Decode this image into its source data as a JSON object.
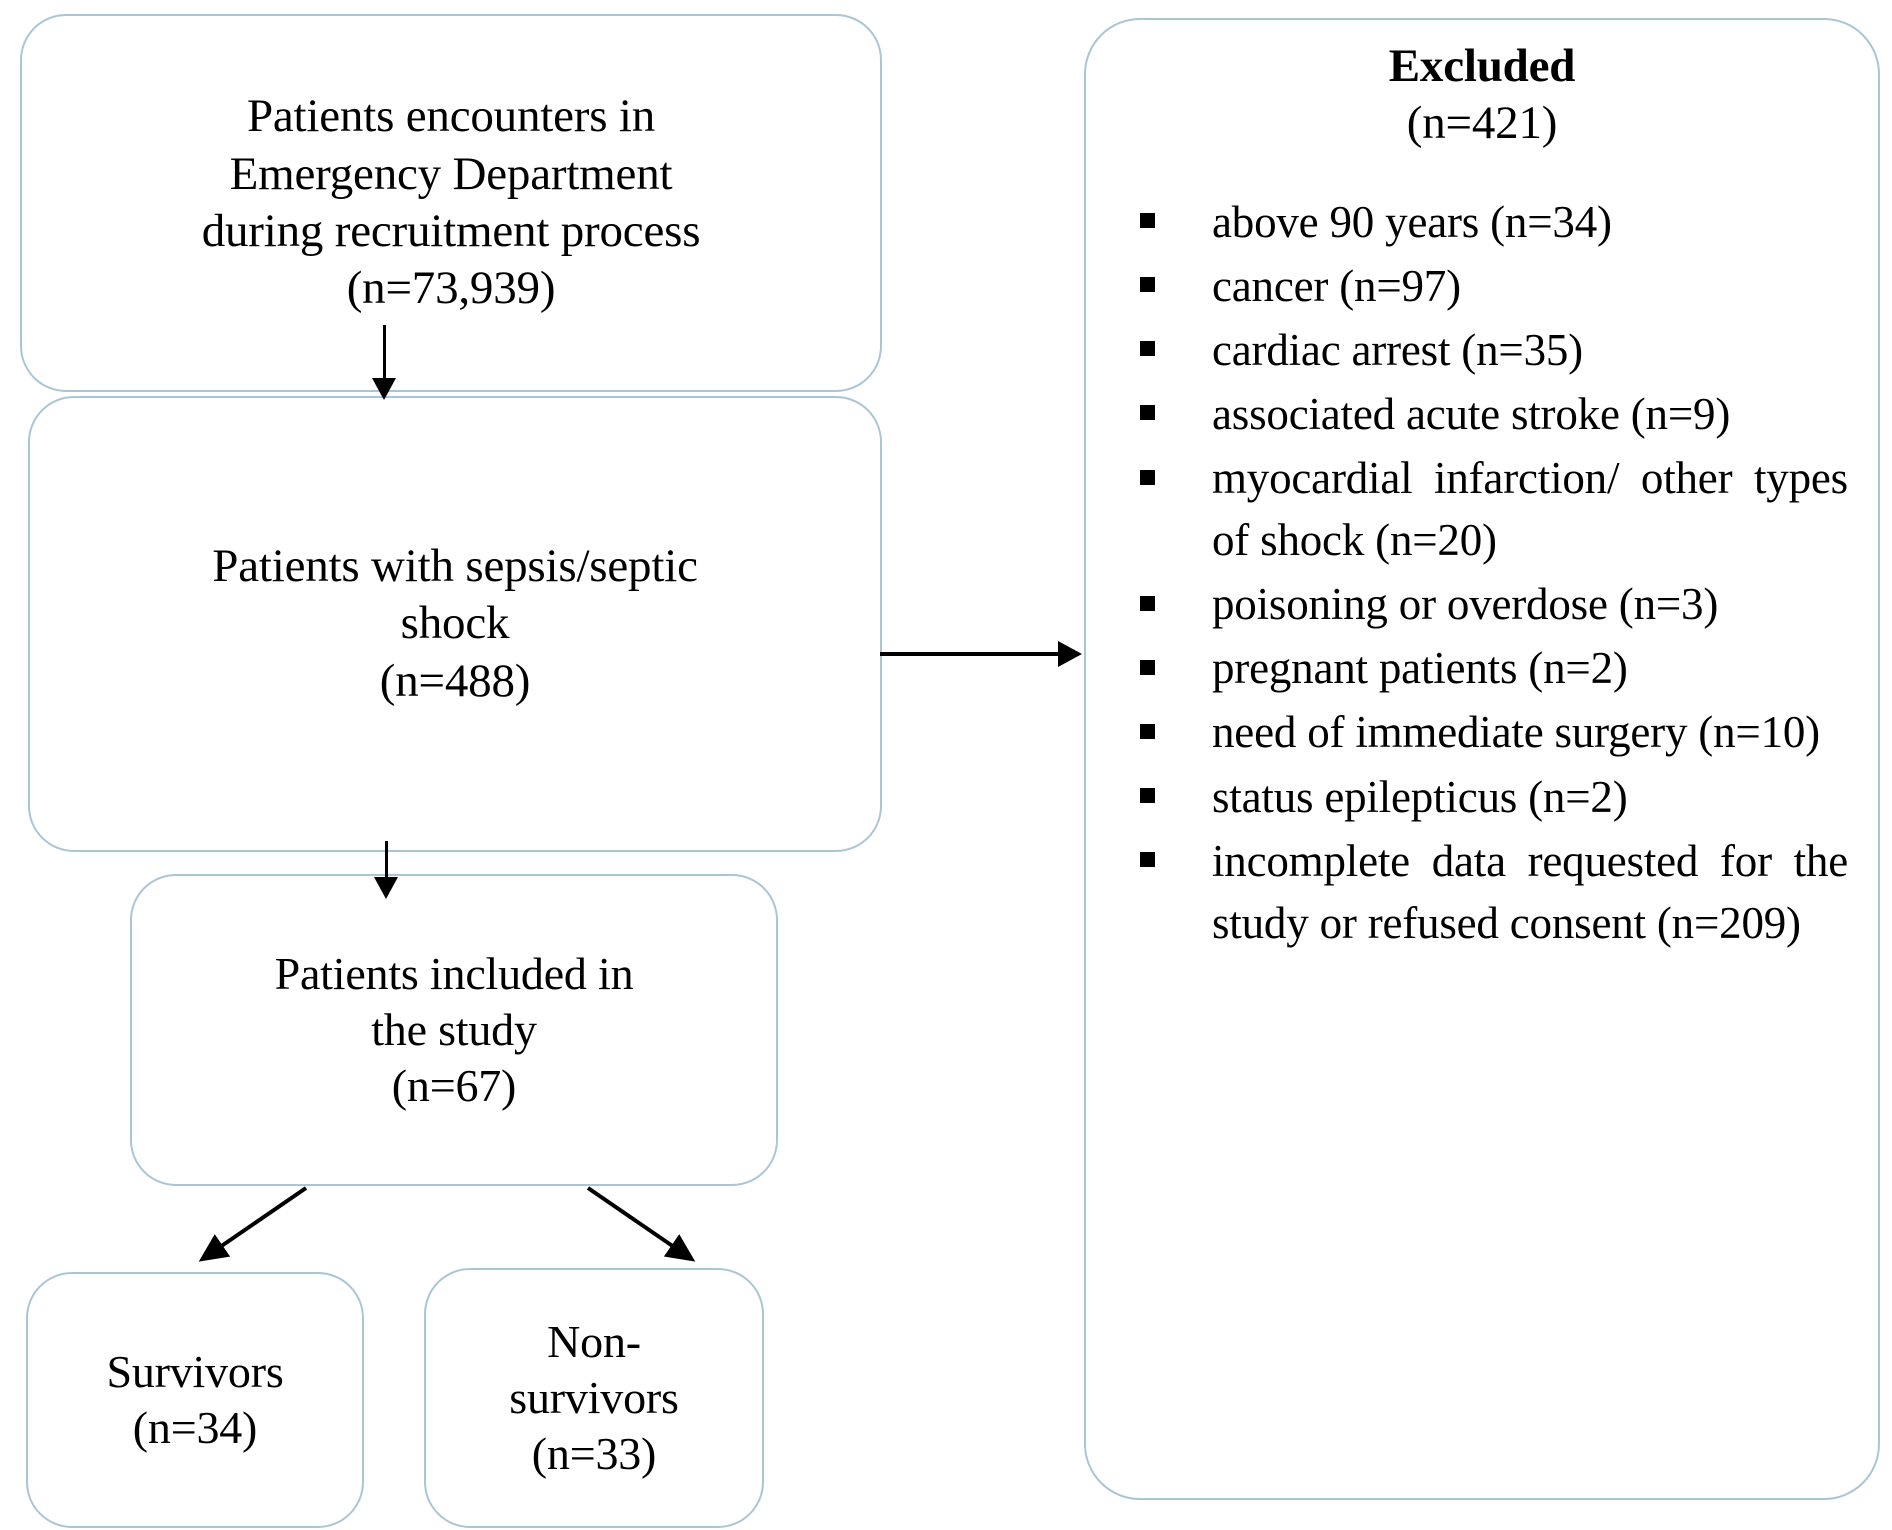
{
  "flow": {
    "boxes": {
      "encounters": {
        "line1": "Patients encounters in",
        "line2": "Emergency Department",
        "line3": "during recruitment process",
        "line4": "(n=73,939)"
      },
      "sepsis": {
        "line1": "Patients with sepsis/septic",
        "line2": "shock",
        "line3": "(n=488)"
      },
      "included": {
        "line1": "Patients included in",
        "line2": "the study",
        "line3": "(n=67)"
      },
      "survivors": {
        "line1": "Survivors",
        "line2": "(n=34)"
      },
      "nonsurvivors": {
        "line1": "Non-",
        "line2": "survivors",
        "line3": "(n=33)"
      }
    },
    "excluded": {
      "title": "Excluded",
      "count": "(n=421)",
      "items": [
        "above 90 years (n=34)",
        "cancer (n=97)",
        "cardiac arrest (n=35)",
        "associated acute stroke (n=9)",
        "myocardial infarction/ other types of shock (n=20)",
        "poisoning or overdose (n=3)",
        "pregnant patients (n=2)",
        "need of immediate surgery (n=10)",
        "status epilepticus (n=2)",
        "incomplete data requested for the study or refused consent (n=209)"
      ]
    },
    "connectors": {
      "encounters_to_sepsis": "arrow-down",
      "sepsis_to_excluded": "arrow-right",
      "sepsis_to_included": "arrow-down",
      "included_to_survivors": "arrow-diagonal-left",
      "included_to_nonsurvivors": "arrow-diagonal-right"
    },
    "colors": {
      "box_border": "#a9c5d6",
      "box_fill": "#ffffff",
      "text": "#000000",
      "connector": "#000000"
    }
  }
}
